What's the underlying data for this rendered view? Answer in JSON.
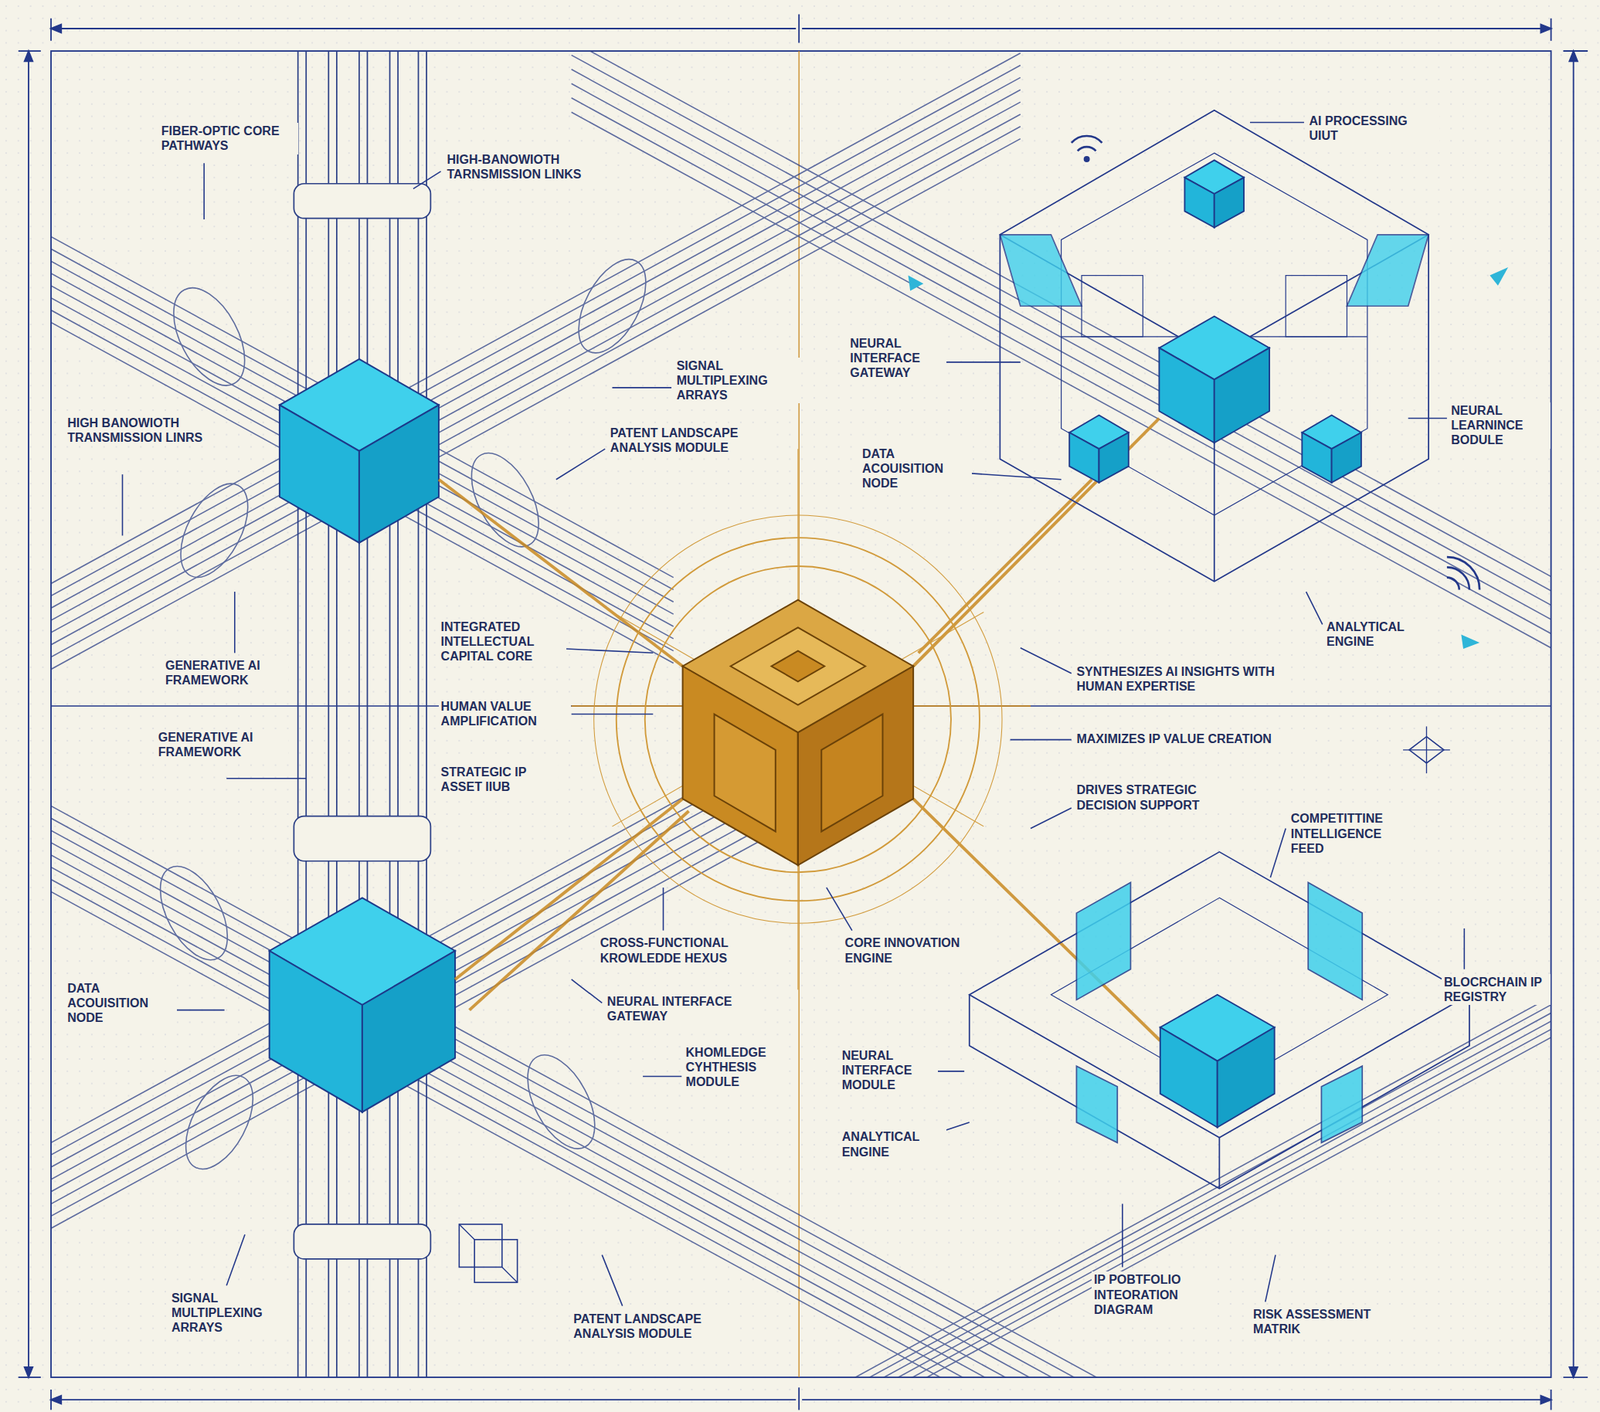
{
  "diagram": {
    "labels": [
      "FIBER-OPTIC CORE PATHWAYS",
      "HIGH-BANOWIOTH TARNSMISSION LINKS",
      "AI PROCESSING UIUT",
      "SIGNAL MULTIPLEXING ARRAYS",
      "NEURAL INTERFACE GATEWAY",
      "HIGH BANOWIOTH TRANSMISSION LINRS",
      "PATENT LANDSCAPE ANALYSIS MODULE",
      "NEURAL LEARNINCE BODULE",
      "DATA ACOUISITION NODE",
      "GENERATIVE AI FRAMEWORK",
      "ANALYTICAL ENGINE",
      "INTEGRATED INTELLECTUAL CAPITAL CORE",
      "SYNTHESIZES AI INSIGHTS WITH HUMAN EXPERTISE",
      "HUMAN VALUE AMPLIFICATION",
      "MAXIMIZES IP VALUE CREATION",
      "GENERATIVE AI FRAMEWORK",
      "STRATEGIC IP ASSET IIUB",
      "DRIVES STRATEGIC DECISION SUPPORT",
      "COMPETITTINE INTELLIGENCE FEED",
      "CROSS-FUNCTIONAL KROWLEDDE HEXUS",
      "CORE INNOVATION ENGINE",
      "BLOCRCHAIN IP REGISTRY",
      "DATA ACOUISITION NODE",
      "NEURAL INTERFACE GATEWAY",
      "KHOMLEDGE CYHTHESIS MODULE",
      "NEURAL INTERFACE MODULE",
      "ANALYTICAL ENGINE",
      "SIGNAL MULTIPLEXING ARRAYS",
      "PATENT LANDSCAPE ANALYSIS MODULE",
      "IP POBTFOLIO INTEORATION DIAGRAM",
      "RISK ASSESSMENT MATRIK"
    ]
  }
}
